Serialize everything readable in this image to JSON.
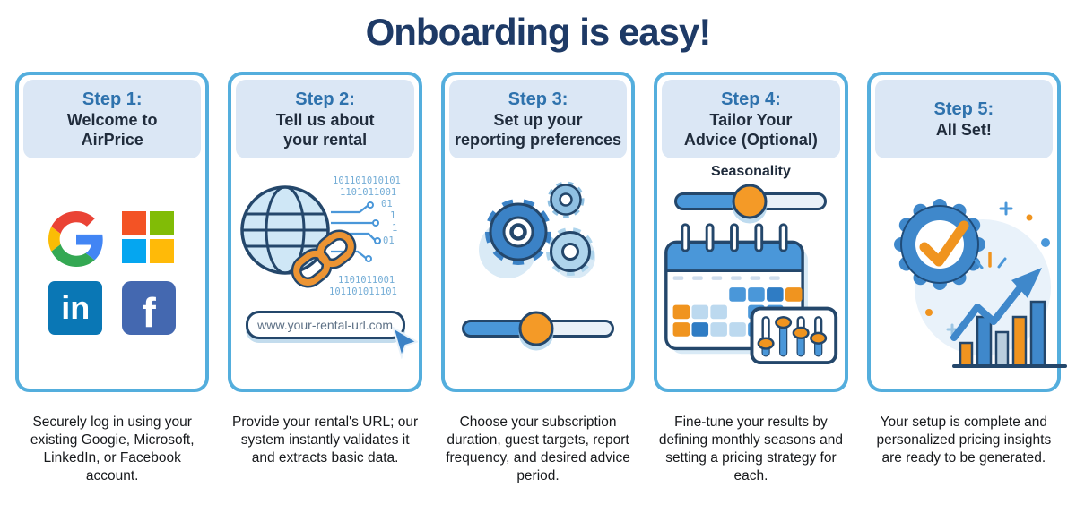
{
  "page": {
    "title": "Onboarding is easy!"
  },
  "colors": {
    "title_navy": "#1e3a66",
    "step_blue": "#2e72ad",
    "heading_dark": "#202c3c",
    "header_bg": "#dbe7f5",
    "card_border": "#54aedd",
    "caption_text": "#17191c",
    "accent_orange": "#f0941f",
    "illus_blue": "#3b82c6",
    "outline_navy": "#24476b",
    "google_red": "#EA4335",
    "google_blue": "#4285F4",
    "google_yellow": "#FBBC05",
    "google_green": "#34A853",
    "ms_red": "#f35325",
    "ms_green": "#81bc06",
    "ms_blue": "#05a6f0",
    "ms_yellow": "#ffba08",
    "linkedin_blue": "#0a77b5",
    "facebook_blue": "#4468b0"
  },
  "steps": [
    {
      "step_label": "Step 1:",
      "title": "Welcome to\nAirPrice",
      "caption": "Securely log in using your existing Googie, Microsoft, LinkedIn, or Facebook account.",
      "icons": [
        {
          "name": "google-icon"
        },
        {
          "name": "microsoft-icon"
        },
        {
          "name": "linkedin-icon",
          "text": "in"
        },
        {
          "name": "facebook-icon",
          "text": "f"
        }
      ]
    },
    {
      "step_label": "Step 2:",
      "title": "Tell us about\nyour rental",
      "caption": "Provide your rental's URL; our system instantly validates it and extracts basic data.",
      "url_text": "www.your-rental-url.com",
      "binary": {
        "l1": "101101010101",
        "l2": "1101011001",
        "l3": "01",
        "l4": "1",
        "l5": "1",
        "l6": "01",
        "l7": "1101011001",
        "l8": "101101011101"
      }
    },
    {
      "step_label": "Step 3:",
      "title": "Set up your\nreporting preferences",
      "caption": "Choose your subscription duration, guest targets, report frequency, and desired advice period."
    },
    {
      "step_label": "Step 4:",
      "title": "Tailor Your\nAdvice (Optional)",
      "slider_label": "Seasonality",
      "caption": "Fine-tune your results by defining monthly seasons and setting a pricing strategy for each."
    },
    {
      "step_label": "Step 5:",
      "title": "All Set!",
      "caption": "Your setup is complete and personalized pricing insights are ready to be generated."
    }
  ]
}
